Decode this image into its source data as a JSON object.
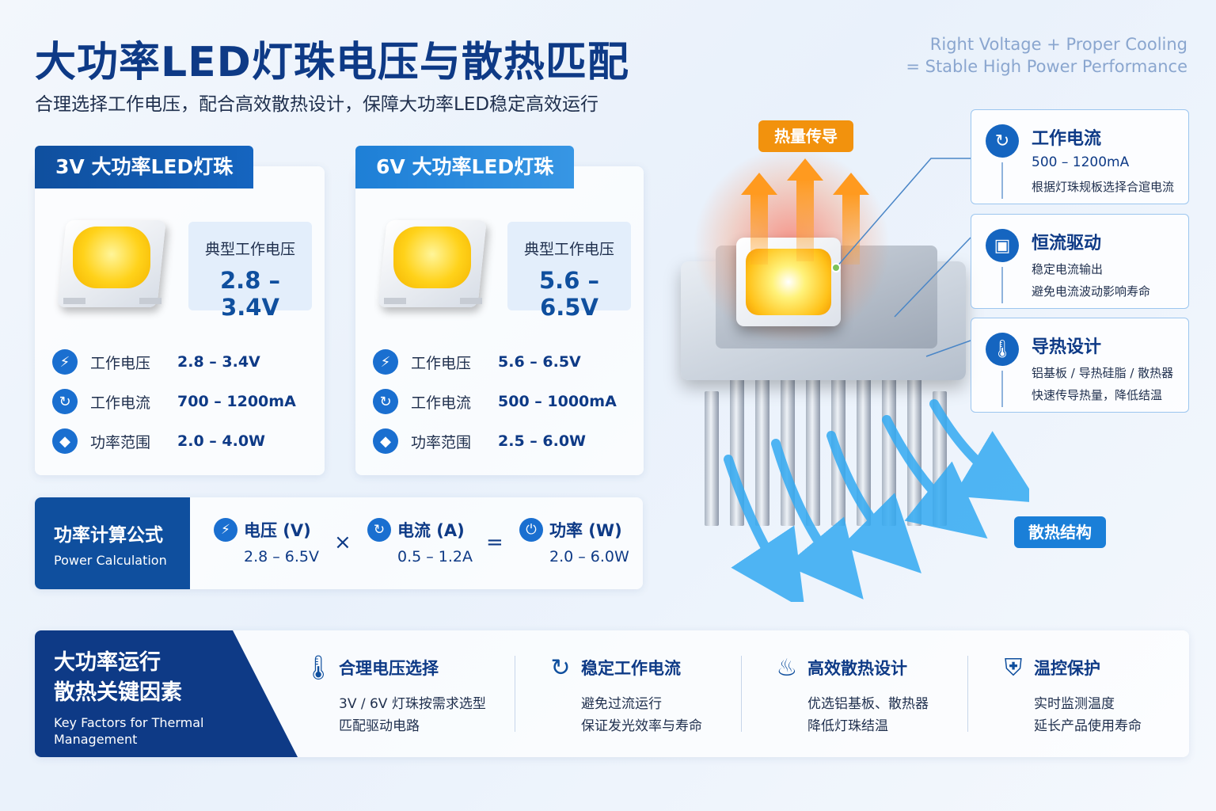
{
  "header": {
    "title": "大功率LED灯珠电压与散热匹配",
    "subtitle": "合理选择工作电压，配合高效散热设计，保障大功率LED稳定高效运行",
    "tagline_1": "Right Voltage  +  Proper Cooling",
    "tagline_2": "= Stable High Power Performance"
  },
  "cards": [
    {
      "title": "3V 大功率LED灯珠",
      "voltage_label": "典型工作电压",
      "voltage_value": "2.8 – 3.4V",
      "specs": [
        {
          "icon": "lightning-icon",
          "label": "工作电压",
          "value": "2.8 – 3.4V"
        },
        {
          "icon": "current-icon",
          "label": "工作电流",
          "value": "700 – 1200mA"
        },
        {
          "icon": "power-icon",
          "label": "功率范围",
          "value": "2.0 – 4.0W"
        }
      ]
    },
    {
      "title": "6V 大功率LED灯珠",
      "voltage_label": "典型工作电压",
      "voltage_value": "5.6 – 6.5V",
      "specs": [
        {
          "icon": "lightning-icon",
          "label": "工作电压",
          "value": "5.6 – 6.5V"
        },
        {
          "icon": "current-icon",
          "label": "工作电流",
          "value": "500 – 1000mA"
        },
        {
          "icon": "power-icon",
          "label": "功率范围",
          "value": "2.5 – 6.0W"
        }
      ]
    }
  ],
  "formula": {
    "title": "功率计算公式",
    "subtitle": "Power Calculation",
    "terms": [
      {
        "name": "电压 (V)",
        "range": "2.8 – 6.5V"
      },
      {
        "name": "电流 (A)",
        "range": "0.5 – 1.2A"
      },
      {
        "name": "功率 (W)",
        "range": "2.0 – 6.0W"
      }
    ],
    "multiply": "×",
    "equals": "="
  },
  "diagram": {
    "heat_label": "热量传导",
    "cool_label": "散热结构"
  },
  "callouts": [
    {
      "title": "工作电流",
      "line1": "500 – 1200mA",
      "line2": "根据灯珠规板选择合逭电流"
    },
    {
      "title": "恒流驱动",
      "line1": "稳定电流输出",
      "line2": "避免电流波动影响寿命"
    },
    {
      "title": "导热设计",
      "line1": "铝基板 / 导热硅脂 / 散热器",
      "line2": "快速传导热量，降低结温"
    }
  ],
  "bottom": {
    "title_1": "大功率运行",
    "title_2": "散热关键因素",
    "subtitle": "Key Factors for Thermal Management",
    "factors": [
      {
        "icon": "thermometer-icon",
        "title": "合理电压选择",
        "line1": "3V / 6V 灯珠按需求选型",
        "line2": "匹配驱动电路"
      },
      {
        "icon": "stable-current-icon",
        "title": "稳定工作电流",
        "line1": "避免过流运行",
        "line2": "保证发光效率与寿命"
      },
      {
        "icon": "heat-waves-icon",
        "title": "高效散热设计",
        "line1": "优选铝基板、散热器",
        "line2": "降低灯珠结温"
      },
      {
        "icon": "shield-icon",
        "title": "温控保护",
        "line1": "实时监测温度",
        "line2": "延长产品使用寿命"
      }
    ]
  },
  "colors": {
    "primary": "#0e3a86",
    "accent": "#1565c0",
    "heat": "#f2920d",
    "cool": "#1a7fd8"
  }
}
